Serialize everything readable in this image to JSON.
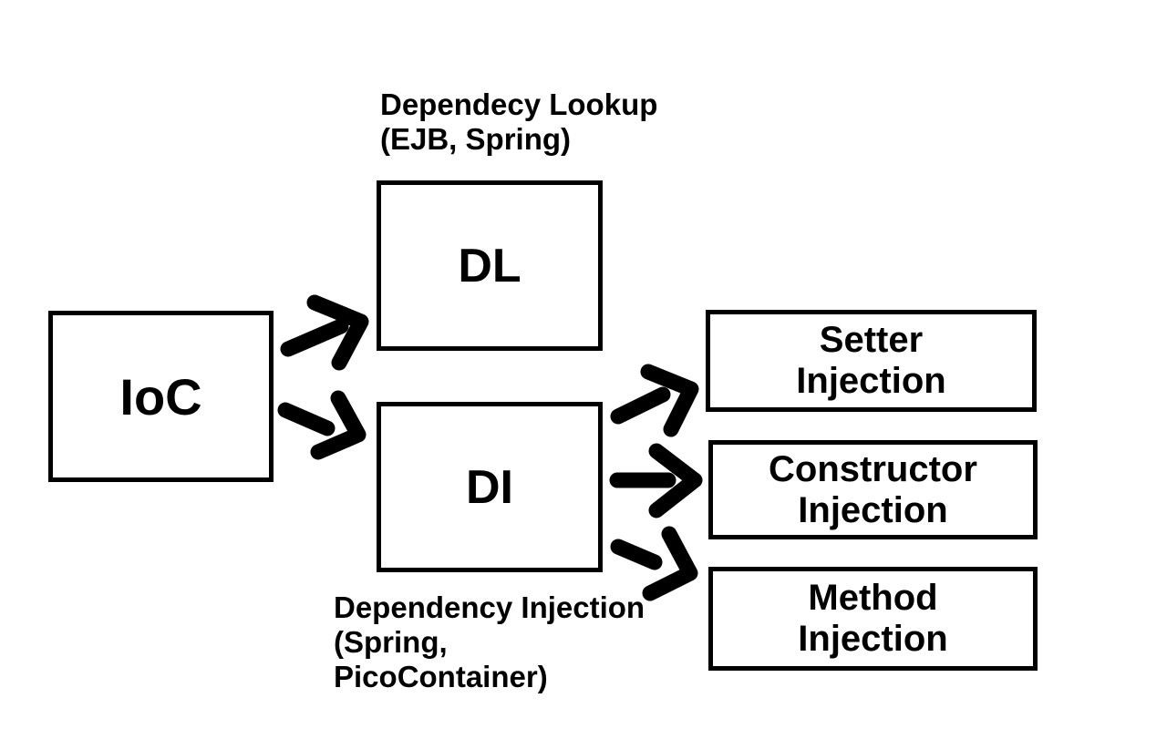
{
  "diagram": {
    "nodes": {
      "ioc": {
        "label": "IoC"
      },
      "dl": {
        "label": "DL"
      },
      "di": {
        "label": "DI"
      },
      "setter_injection": {
        "label": "Setter\nInjection"
      },
      "constructor_injection": {
        "label": "Constructor\nInjection"
      },
      "method_injection": {
        "label": "Method\nInjection"
      }
    },
    "annotations": {
      "dl_note": "Dependecy Lookup\n(EJB, Spring)",
      "di_note": "Dependency Injection\n(Spring,\nPicoContainer)"
    },
    "colors": {
      "line": "#000000",
      "background": "#ffffff"
    }
  }
}
